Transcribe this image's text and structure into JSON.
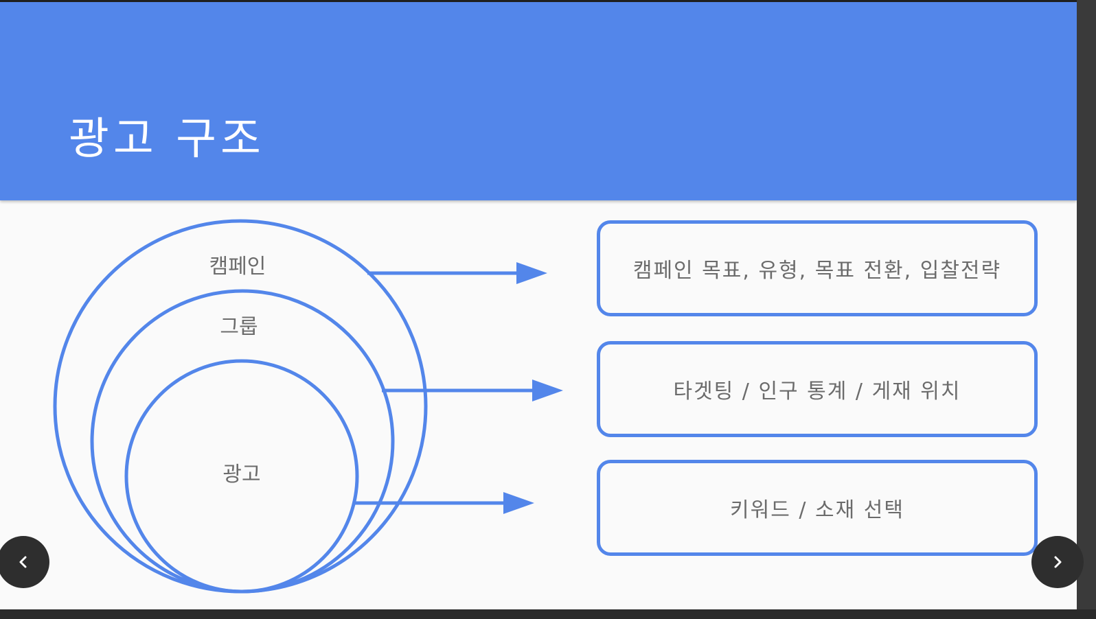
{
  "slide": {
    "title": "광고 구조",
    "circles": {
      "campaign_label": "캠페인",
      "group_label": "그룹",
      "ad_label": "광고"
    },
    "boxes": [
      {
        "text": "캠페인 목표, 유형, 목표 전환, 입찰전략"
      },
      {
        "text": "타겟팅 / 인구 통계 / 게재 위치"
      },
      {
        "text": "키워드 / 소재 선택"
      }
    ]
  },
  "colors": {
    "header": "#5386ea",
    "accent": "#5386ea",
    "text": "#6b6b6b",
    "background": "#fafafa"
  },
  "navigation": {
    "prev_icon": "chevron-left-icon",
    "next_icon": "chevron-right-icon"
  }
}
